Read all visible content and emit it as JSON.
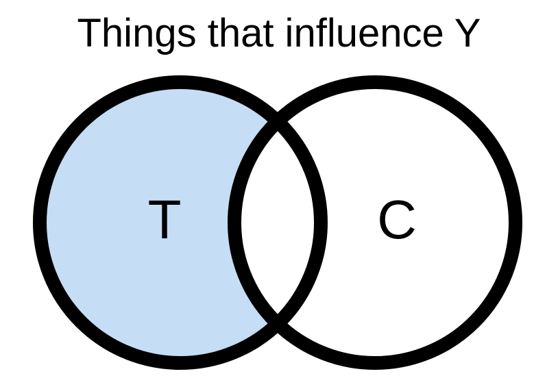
{
  "title": "Things that influence Y",
  "sets": [
    {
      "id": "left",
      "label": "T"
    },
    {
      "id": "right",
      "label": "C"
    }
  ],
  "colors": {
    "left_only_fill": "#c5ddf5",
    "outline": "#000000",
    "background": "#ffffff",
    "text": "#000000"
  }
}
